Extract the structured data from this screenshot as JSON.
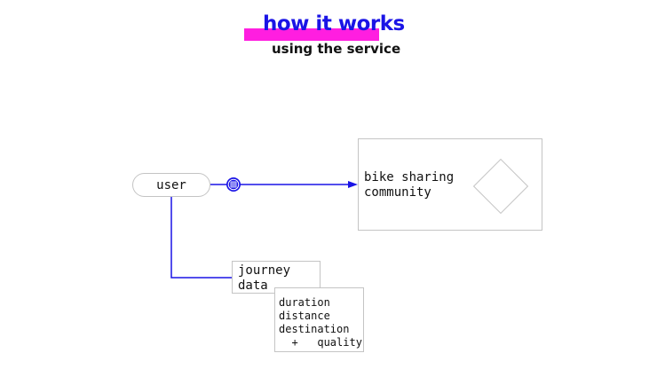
{
  "header": {
    "title": "how it works",
    "subtitle": "using the service"
  },
  "nodes": {
    "user": "user",
    "community": "bike sharing\ncommunity",
    "journey": "journey\ndata",
    "details": "duration\ndistance\ndestination\n  +   quality"
  },
  "colors": {
    "accent": "#1a14e6",
    "highlight": "#ff1ee0",
    "border": "#c4c4c4"
  },
  "icons": {
    "connector": "grid-circle-icon",
    "arrow": "arrowhead-icon"
  }
}
